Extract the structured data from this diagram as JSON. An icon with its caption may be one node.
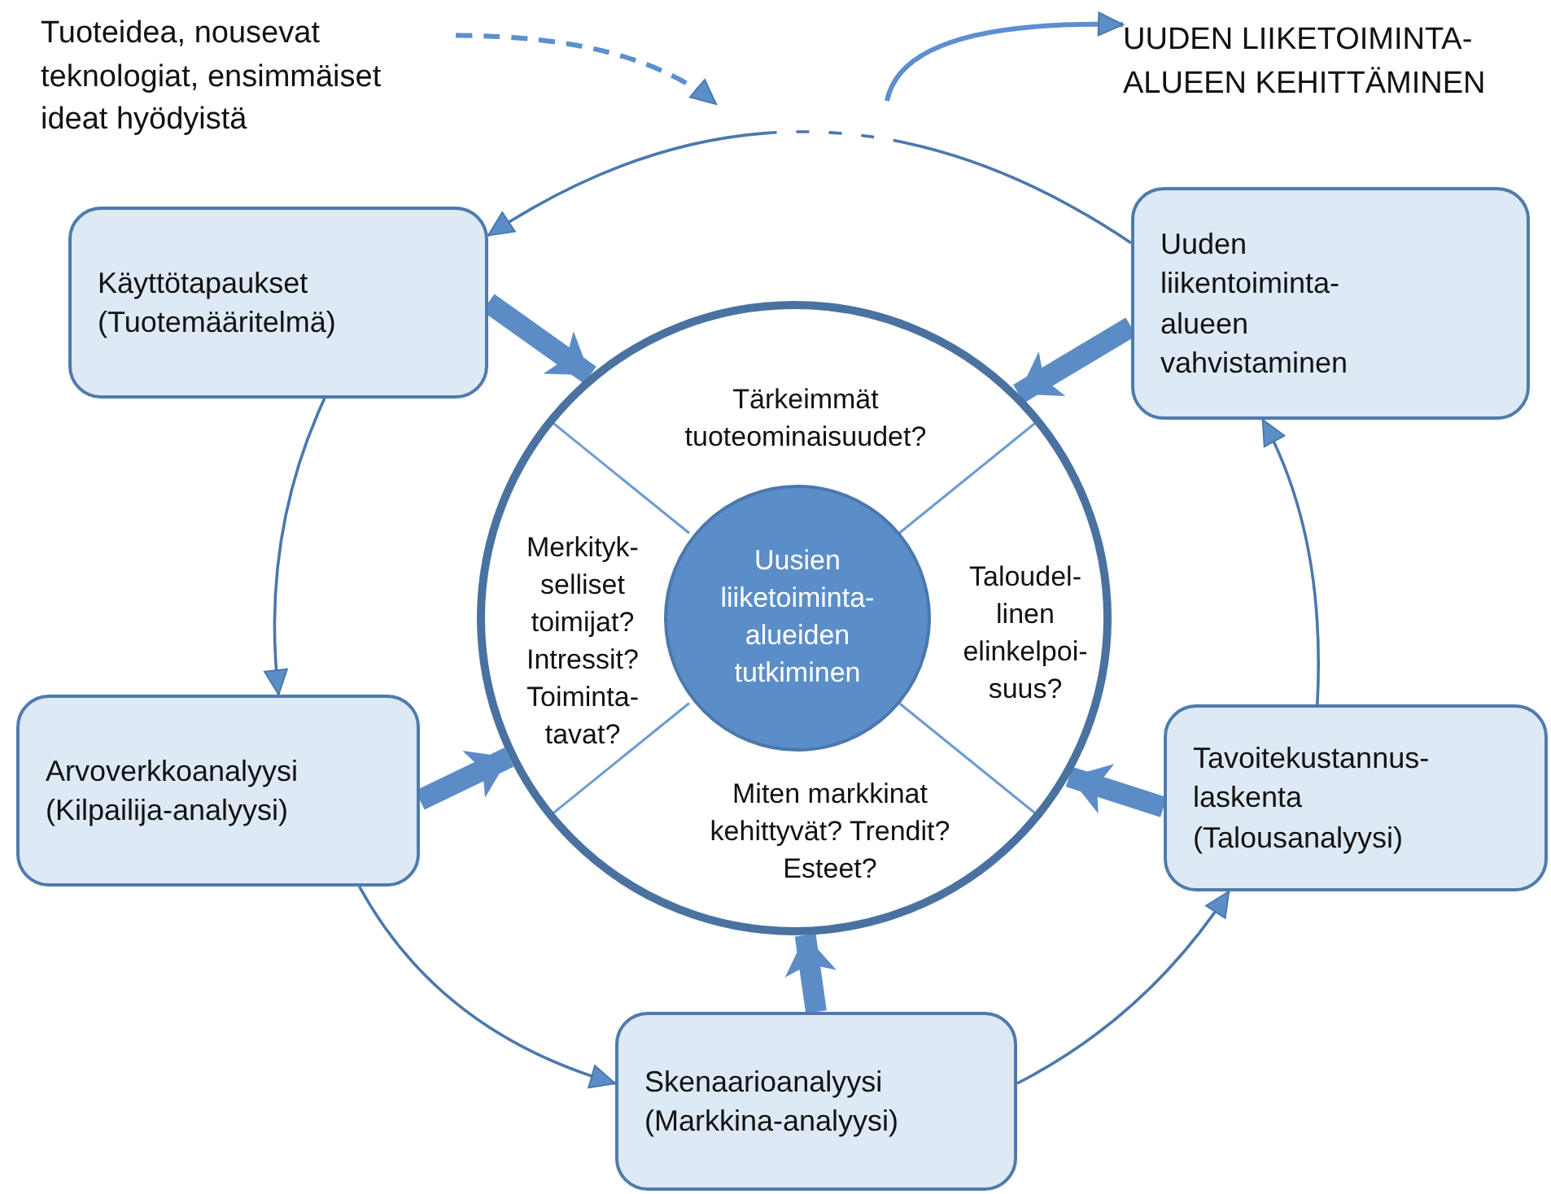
{
  "diagram": {
    "nodes": [
      {
        "text": [
          "Tuoteidea, nousevat teknologiat, ensimmäiset ideat hyödyistä"
        ]
      },
      {
        "text": [
          "UUDEN LIIKETOIMINTA- ALUEEN KEHITTÄMINEN"
        ]
      },
      {
        "text": [
          "Käyttötapaukset (Tuotemääritelmä)"
        ]
      },
      {
        "text": [
          "Uuden liikentoiminta- alueen vahvistaminen"
        ]
      },
      {
        "text": [
          "Tärkeimmät tuoteominaisuudet?",
          "Merkityk- selliset toimijat? Intressit? Toiminta- tavat?",
          "Taloudel- linen elinkelpoi- suus?",
          "Miten markkinat kehittyvät? Trendit? Esteet?"
        ]
      },
      {
        "text": [
          "Uusien liiketoiminta- alueiden tutkiminen"
        ],
        "in": 4
      },
      {
        "text": [
          "Arvoverkkoanalyysi (Kilpailija-analyysi)"
        ]
      },
      {
        "text": [
          "Tavoitekustannus- laskenta (Talousanalyysi)"
        ]
      },
      {
        "text": [
          "Skenaarioanalyysi (Markkina-analyysi)"
        ]
      }
    ],
    "edges": [
      {
        "from": 3,
        "to": 2,
        "arrow": "to",
        "style": "dashed"
      },
      {
        "from": 2,
        "to": 6,
        "arrow": "to"
      },
      {
        "from": 6,
        "to": 8,
        "arrow": "to"
      },
      {
        "from": 8,
        "to": 7,
        "arrow": "to"
      },
      {
        "from": 7,
        "to": 3,
        "arrow": "to"
      },
      {
        "from": 2,
        "to": 4,
        "arrow": "to",
        "style": "thick"
      },
      {
        "from": 3,
        "to": 4,
        "arrow": "to",
        "style": "thick"
      },
      {
        "from": 6,
        "to": 4,
        "arrow": "to",
        "style": "thick"
      },
      {
        "from": 7,
        "to": 4,
        "arrow": "to",
        "style": "thick"
      },
      {
        "from": 8,
        "to": 4,
        "arrow": "to",
        "style": "thick"
      },
      {
        "from": 0,
        "to": null,
        "arrow": "to",
        "style": "dashed"
      },
      {
        "from": null,
        "to": 1,
        "arrow": "to"
      }
    ]
  }
}
